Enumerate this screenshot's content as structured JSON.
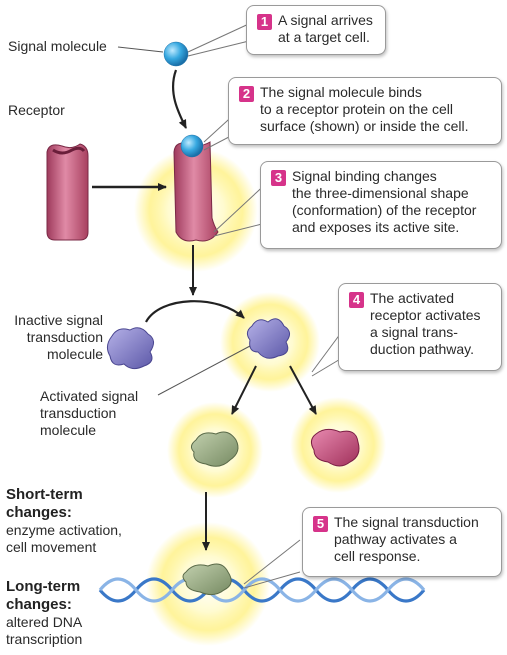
{
  "labels": {
    "signal_molecule": "Signal molecule",
    "receptor": "Receptor",
    "inactive": "Inactive signal\ntransduction\nmolecule",
    "activated": "Activated signal\ntransduction\nmolecule",
    "short_term_heading": "Short-term\nchanges:",
    "short_term_text": "enzyme activation,\ncell movement",
    "long_term_heading": "Long-term\nchanges:",
    "long_term_text": "altered DNA\ntranscription"
  },
  "steps": [
    {
      "num": "1",
      "text": "A signal arrives\nat a target cell."
    },
    {
      "num": "2",
      "text": "The signal molecule binds\nto a receptor protein on the cell\nsurface (shown) or inside the cell."
    },
    {
      "num": "3",
      "text": "Signal binding changes\nthe three-dimensional shape\n(conformation) of the receptor\nand exposes its active site."
    },
    {
      "num": "4",
      "text": "The activated\nreceptor activates\na signal trans-\nduction pathway."
    },
    {
      "num": "5",
      "text": "The signal transduction\npathway activates a\ncell response."
    }
  ],
  "colors": {
    "receptor": "#c8577a",
    "signal": "#3aa9e0",
    "inactive_molecule": "#8a86c8",
    "green_molecule": "#9aab86",
    "pink_molecule": "#c8507a",
    "glow": "#fff27a",
    "step_badge": "#d6338a",
    "dna": "#3a78c8"
  }
}
